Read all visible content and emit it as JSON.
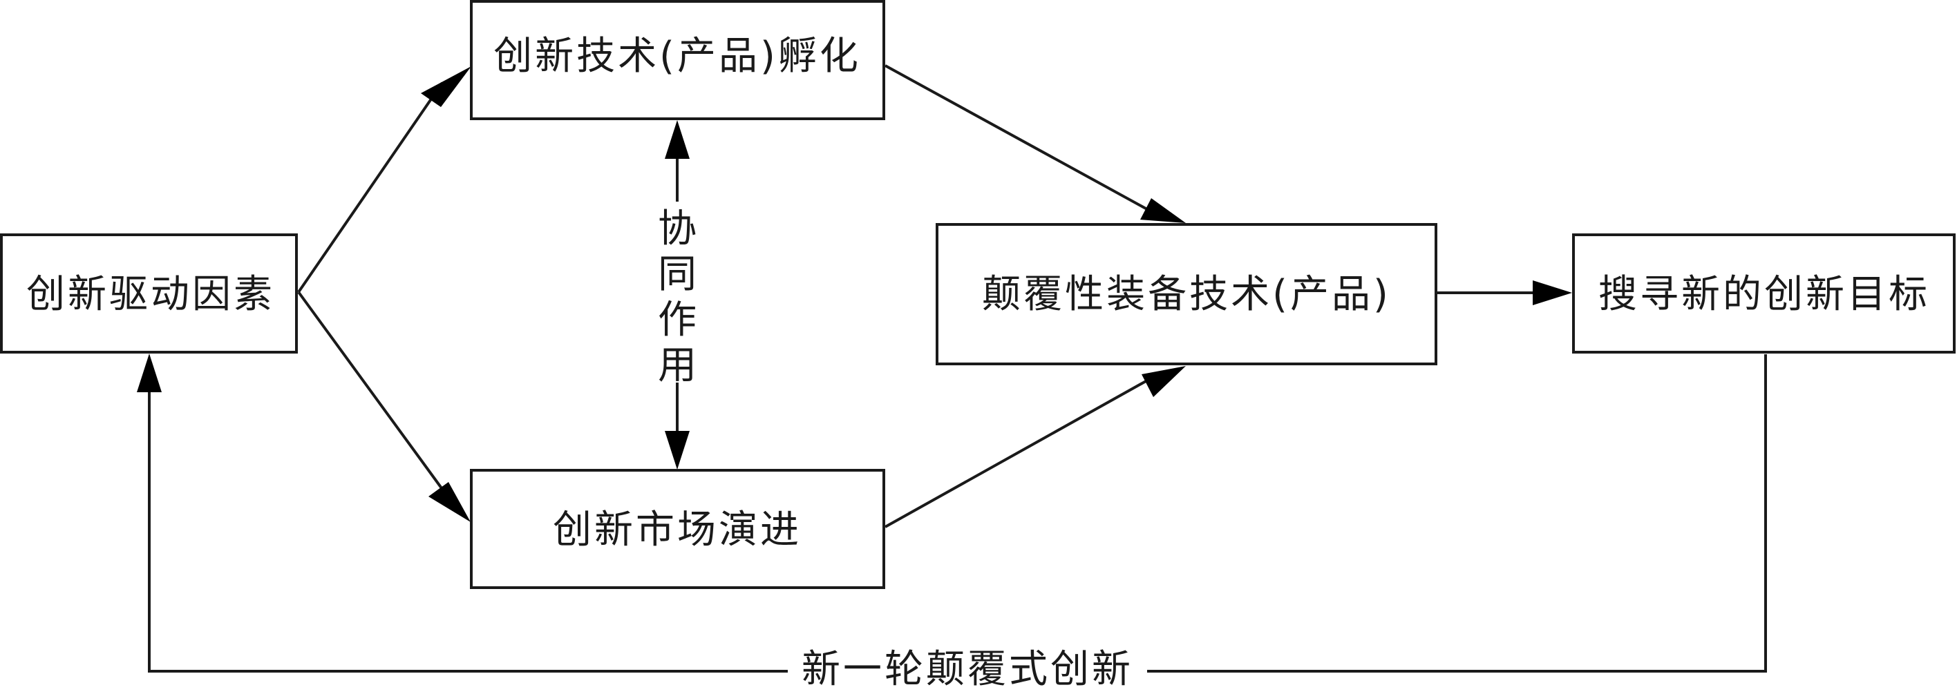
{
  "nodes": {
    "drivers": "创新驱动因素",
    "tech_incubation": "创新技术(产品)孵化",
    "market_evolution": "创新市场演进",
    "disruptive_tech": "颠覆性装备技术(产品)",
    "new_targets": "搜寻新的创新目标"
  },
  "edge_labels": {
    "synergy": [
      "协",
      "同",
      "作",
      "用"
    ],
    "new_round": "新一轮颠覆式创新"
  },
  "colors": {
    "stroke": "#1a1a1a",
    "background": "#ffffff"
  }
}
